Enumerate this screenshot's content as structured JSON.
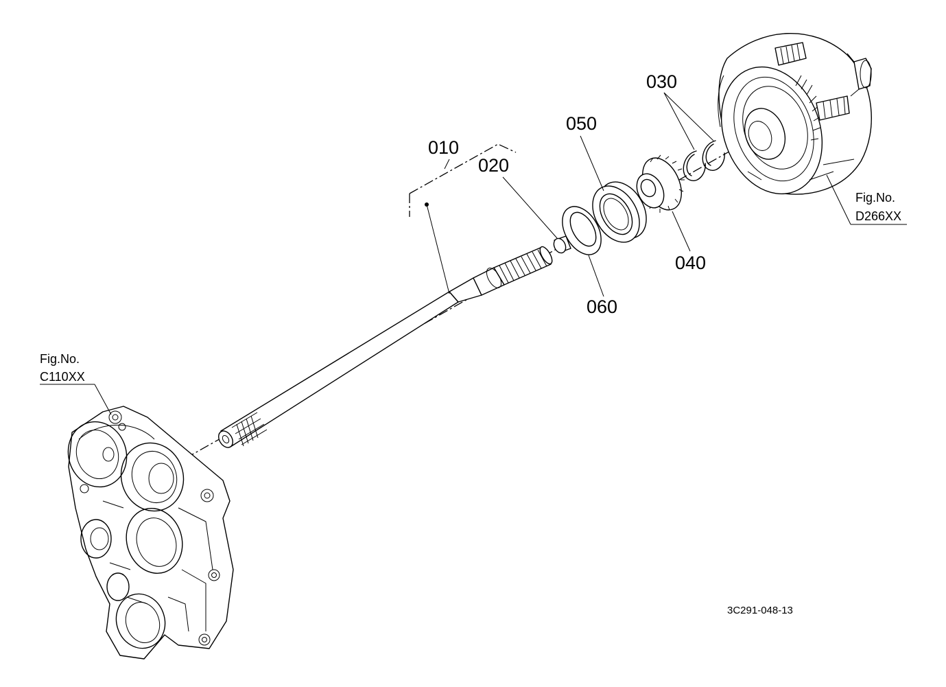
{
  "parts": {
    "p010": "010",
    "p020": "020",
    "p030": "030",
    "p040": "040",
    "p050": "050",
    "p060": "060"
  },
  "figure_refs": {
    "left": {
      "prefix": "Fig.No.",
      "code": "C110XX"
    },
    "right": {
      "prefix": "Fig.No.",
      "code": "D266XX"
    }
  },
  "drawing_code": "3C291-048-13",
  "icons": {
    "housing": "gear-case-housing-icon",
    "clutch": "clutch-drum-icon",
    "shaft": "shaft-icon"
  }
}
